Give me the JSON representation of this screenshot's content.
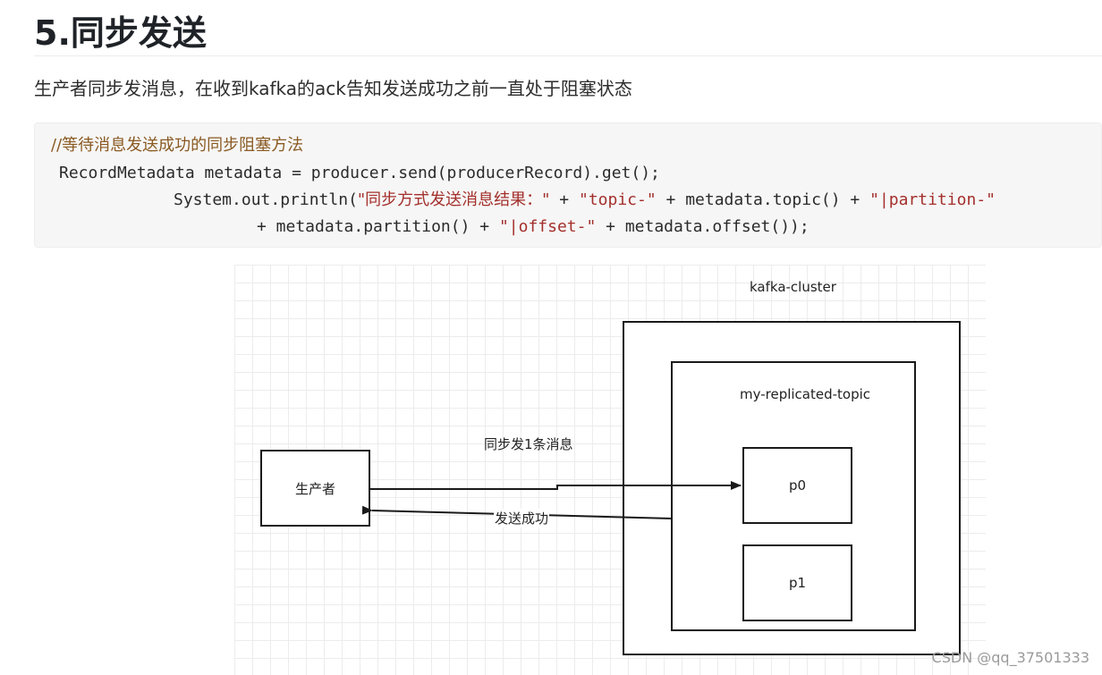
{
  "heading": "5.同步发送",
  "paragraph": "生产者同步发消息，在收到kafka的ack告知发送成功之前一直处于阻塞状态",
  "code": {
    "comment": "//等待消息发送成功的同步阻塞方法",
    "line1": "RecordMetadata metadata = producer.send(producerRecord).get();",
    "line2_a": "System.out.println(",
    "line2_str1": "\"同步方式发送消息结果：\"",
    "line2_b": " + ",
    "line2_str2": "\"topic-\"",
    "line2_c": " + metadata.topic() + ",
    "line2_str3": "\"|partition-\"",
    "line3_a": "+ metadata.partition() + ",
    "line3_str1": "\"|offset-\"",
    "line3_b": " + metadata.offset());"
  },
  "diagram": {
    "cluster_label": "kafka-cluster",
    "topic_label": "my-replicated-topic",
    "producer_label": "生产者",
    "partition0_label": "p0",
    "partition1_label": "p1",
    "send_label": "同步发1条消息",
    "ack_label": "发送成功",
    "line_color": "#1a1a1a"
  },
  "watermark": "CSDN @qq_37501333"
}
